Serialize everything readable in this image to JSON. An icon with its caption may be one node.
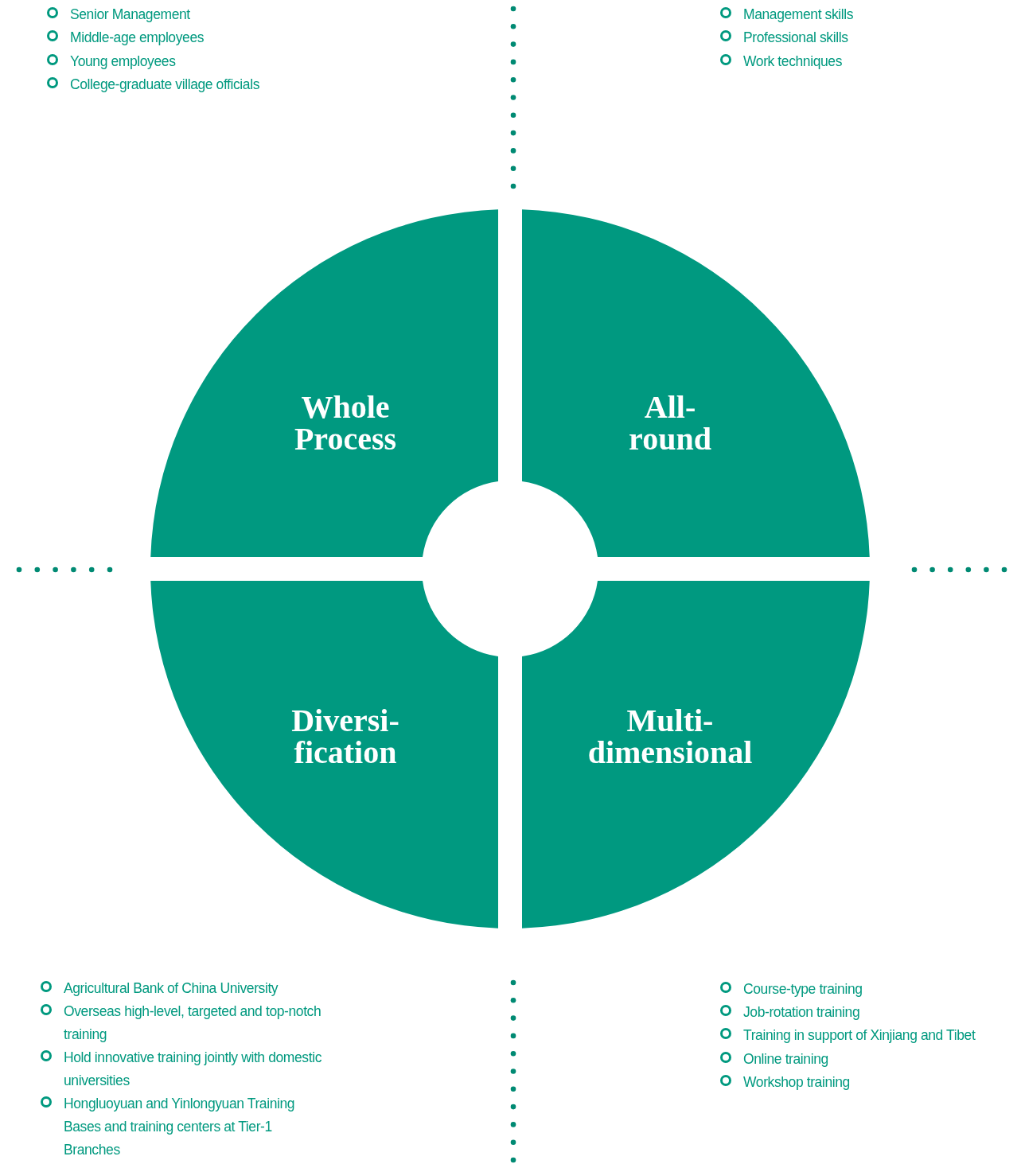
{
  "diagram": {
    "nodes": [
      {
        "text": [
          "Whole Process"
        ]
      },
      {
        "text": [
          "All- round"
        ]
      },
      {
        "text": [
          "Diversi- fication"
        ]
      },
      {
        "text": [
          "Multi- dimensional"
        ]
      }
    ],
    "labels": [
      "Senior Management",
      "Middle-age employees",
      "Young employees",
      "College-graduate village officials",
      "Management skills",
      "Professional skills",
      "Work techniques",
      "Agricultural Bank of China University",
      "Overseas high-level, targeted and top-notch training",
      "Hold innovative training jointly with domestic universities",
      "Hongluoyuan and Yinlongyuan Training Bases and training centers at  Tier-1 Branches",
      "Course-type training",
      "Job-rotation training",
      "Training in support of Xinjiang and Tibet",
      "Online training",
      "Workshop training"
    ]
  }
}
